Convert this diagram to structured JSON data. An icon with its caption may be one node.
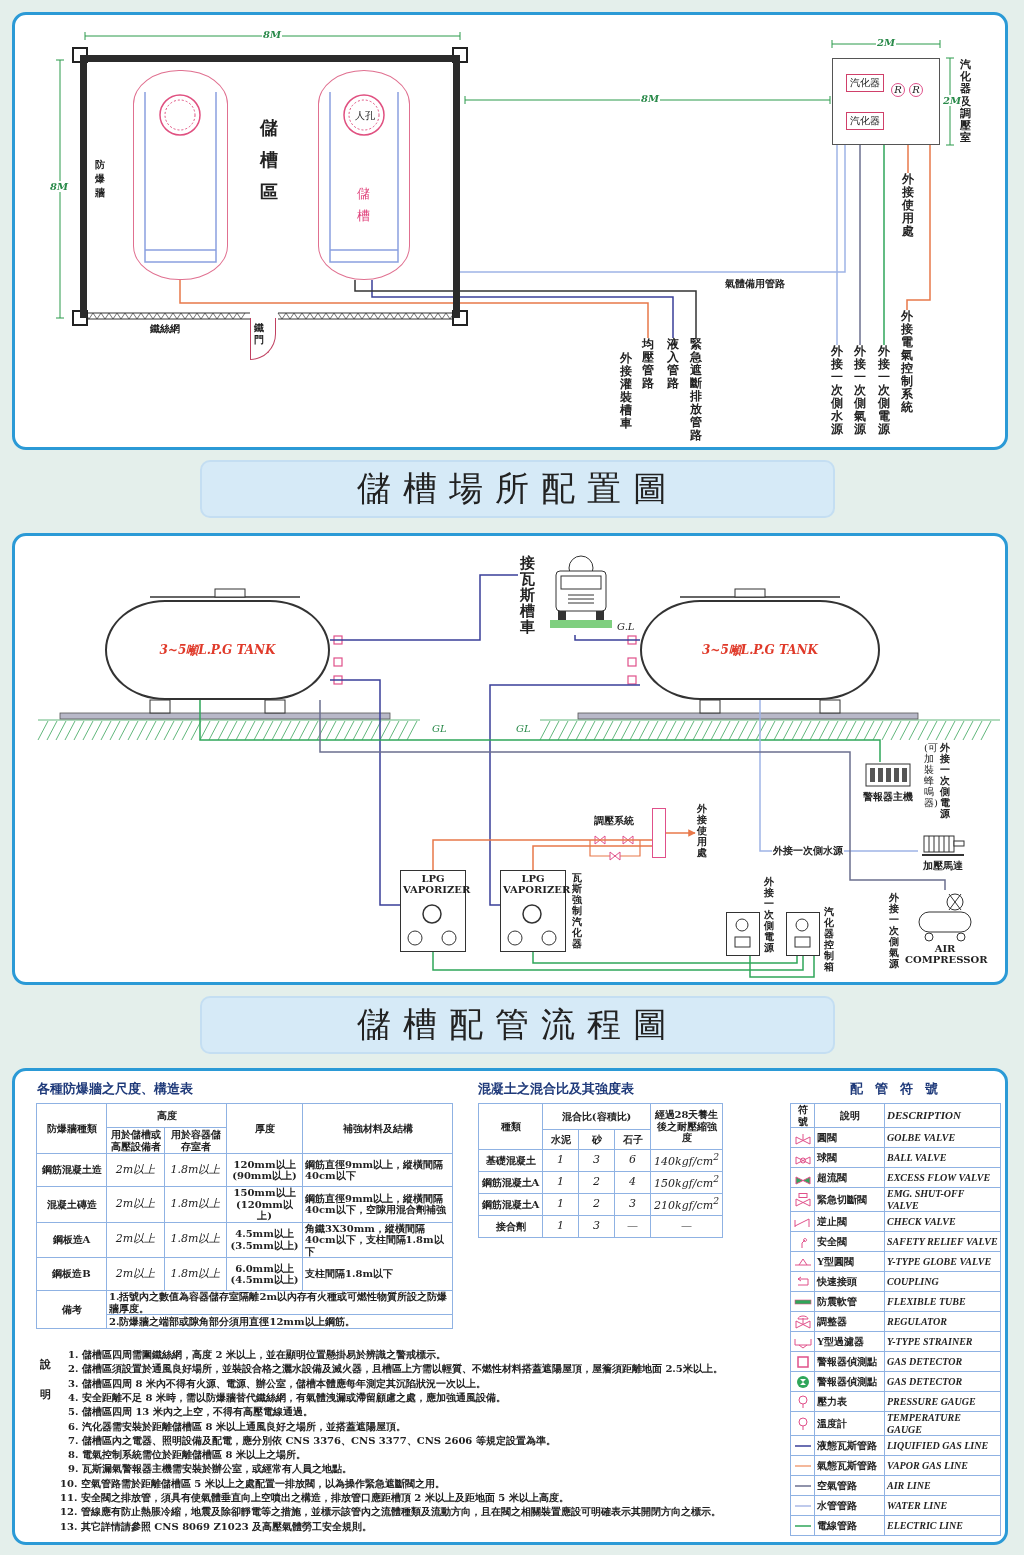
{
  "diagram": {
    "nodes": [
      {
        "text": [
          "儲槽區"
        ]
      },
      {
        "text": [],
        "shape": "cylinder",
        "in": 0
      },
      {
        "text": [
          "人孔",
          "儲槽"
        ],
        "in": 0
      },
      {
        "text": [
          "鐵門"
        ]
      },
      {
        "text": [
          "汽化器及調壓室"
        ]
      },
      {
        "text": [
          "汽化器"
        ],
        "in": 4
      },
      {
        "text": [
          "汽化器"
        ],
        "in": 4
      },
      {
        "text": [
          "外接使用處"
        ]
      },
      {
        "text": [
          "均壓管路"
        ]
      },
      {
        "text": [
          "液入管路"
        ]
      },
      {
        "text": [
          "緊急遮斷排放管路"
        ]
      },
      {
        "text": [
          "外接一次側水源"
        ]
      },
      {
        "text": [
          "外接一次側氣源"
        ]
      },
      {
        "text": [
          "外接一次側電源"
        ]
      },
      {
        "text": [
          "外接電氣控制系統"
        ]
      },
      {
        "text": [
          "3~5噸L.P.G TANK"
        ]
      },
      {
        "text": [
          "3~5噸L.P.G TANK"
        ]
      },
      {
        "text": [
          "接瓦斯槽車"
        ]
      },
      {
        "text": [
          "LPG VAPORIZER"
        ]
      },
      {
        "text": [
          "LPG VAPORIZER"
        ],
        "beside": [
          "瓦斯強制汽化器"
        ]
      },
      {
        "text": [],
        "shape": "box"
      },
      {
        "text": [
          "外接使用處"
        ]
      },
      {
        "text": [
          "警報器主機"
        ]
      },
      {
        "text": [
          "加壓馬達"
        ]
      },
      {
        "text": [
          "AIR COMPRESSOR"
        ],
        "beside": [
          "外接一次側氣源"
        ]
      },
      {
        "text": [],
        "shape": "box",
        "beside": [
          "外接一次側電源"
        ]
      },
      {
        "text": [],
        "shape": "box",
        "beside": [
          "汽化器控制箱"
        ]
      }
    ],
    "edges": [
      {
        "from": 1,
        "to": 8,
        "arrow": "none",
        "color": "#e8784a"
      },
      {
        "from": 2,
        "to": 9,
        "arrow": "none",
        "color": "#3a3f99"
      },
      {
        "from": 2,
        "to": 10,
        "arrow": "none",
        "color": "#333333"
      },
      {
        "from": 0,
        "to": 4,
        "arrow": "none",
        "color": "#9fb4e6"
      },
      {
        "from": 4,
        "to": 7,
        "arrow": "none",
        "color": "#e8784a"
      },
      {
        "from": 4,
        "to": 11,
        "arrow": "none",
        "color": "#9fb4e6"
      },
      {
        "from": 4,
        "to": 12,
        "arrow": "none",
        "color": "#6b6f8f"
      },
      {
        "from": 4,
        "to": 13,
        "arrow": "none",
        "color": "#2fa65a"
      },
      {
        "from": 4,
        "to": 14,
        "arrow": "none",
        "color": "#e8784a"
      },
      {
        "from": 15,
        "to": 17,
        "arrow": "none",
        "color": "#3a3f99"
      },
      {
        "from": 16,
        "to": 17,
        "arrow": "none",
        "color": "#3a3f99"
      },
      {
        "from": 15,
        "to": 18,
        "arrow": "none",
        "color": "#3a3f99"
      },
      {
        "from": 16,
        "to": 19,
        "arrow": "none",
        "color": "#3a3f99"
      },
      {
        "from": 18,
        "to": 20,
        "arrow": "none",
        "color": "#e8784a"
      },
      {
        "from": 19,
        "to": 20,
        "arrow": "none",
        "color": "#e8784a"
      },
      {
        "from": 20,
        "to": 21,
        "arrow": "to",
        "color": "#e8784a"
      },
      {
        "from": 15,
        "to": 22,
        "arrow": "none",
        "color": "#2fa65a"
      },
      {
        "from": 16,
        "to": 23,
        "arrow": "none",
        "color": "#9fb4e6",
        "label": "外接一次側水源"
      },
      {
        "from": 15,
        "to": 24,
        "arrow": "none",
        "color": "#6b6f8f"
      },
      {
        "from": 25,
        "to": 26,
        "arrow": "none",
        "color": "#2fa65a"
      },
      {
        "from": 26,
        "to": 18,
        "arrow": "none",
        "color": "#2fa65a"
      },
      {
        "from": 26,
        "to": 19,
        "arrow": "none",
        "color": "#2fa65a"
      }
    ],
    "labels": [
      "8M",
      "8M",
      "防爆牆",
      "8M",
      "2M",
      "2M",
      "R",
      "R",
      "鐵絲網",
      "氣體備用管路",
      "外接灌裝槽車",
      "儲槽場所配置圖",
      "G.L",
      "GL",
      "GL",
      "(可加裝蜂鳴器)",
      "外接一次側電源",
      "調壓系統",
      "儲槽配管流程圖",
      "各種防爆牆之尺度、構造表",
      "防爆牆種類",
      "高度",
      "厚度",
      "補強材料及結構",
      "用於儲槽或高壓設備者",
      "用於容器儲存室者",
      "鋼筋混凝土造",
      "2m以上",
      "1.8m以上",
      "120mm以上 (90mm以上)",
      "鋼筋直徑9mm以上，縱橫間隔40cm以下",
      "混凝土磚造",
      "2m以上",
      "1.8m以上",
      "150mm以上 (120mm以上)",
      "鋼筋直徑9mm以上，縱橫間隔40cm以下，空隙用混合劑補強",
      "鋼板造A",
      "2m以上",
      "1.8m以上",
      "4.5mm以上 (3.5mm以上)",
      "角鐵3X30mm，縱橫間隔40cm以下，支柱間隔1.8m以下",
      "鋼板造B",
      "2m以上",
      "1.8m以上",
      "6.0mm以上 (4.5mm以上)",
      "支柱間隔1.8m以下",
      "備考",
      "1.括號內之數值為容器儲存室隔離2m以內存有火種或可燃性物質所設之防爆牆厚度。",
      "2.防爆牆之端部或隙角部分須用直徑12mm以上鋼筋。",
      "說明",
      "1. 儲槽區四周需圍鐵絲網，高度 2 米以上，並在顯明位置懸掛易於辨識之警戒標示。",
      "2. 儲槽區須設置於通風良好場所，並裝設合格之灑水設備及滅火器，且槽區上方需以輕質、不燃性材料搭蓋遮陽屋頂，屋簷須距離地面 2.5米以上。",
      "3. 儲槽區四周 8 米內不得有火源、電源、辦公室，儲槽本體應每年測定其沉陷狀況一次以上。",
      "4. 安全距離不足 8 米時，需以防爆牆替代鐵絲網，有氣體洩漏或滯留顧慮之處，應加強通風設備。",
      "5. 儲槽區四周 13 米內之上空，不得有高壓電線通過。",
      "6. 汽化器需安裝於距離儲槽區 8 米以上通風良好之場所，並搭蓋遮陽屋頂。",
      "7. 儲槽區內之電器、照明設備及配電，應分別依 CNS 3376、CNS 3377、CNS 2606 等規定設置為準。",
      "8. 電氣控制系統需位於距離儲槽區 8 米以上之場所。",
      "9. 瓦斯漏氣警報器主機需安裝於辦公室，或經常有人員之地點。",
      "10. 空氣管路需於距離儲槽區 5 米以上之處配置一排放閥，以為操作緊急遮斷閥之用。",
      "11. 安全閥之排放管，須具有使氣體垂直向上空噴出之構造，排放管口應距槽頂 2 米以上及距地面 5 米以上高度。",
      "12. 管線應有防止熱脹冷縮，地震及除卻靜電等之措施，並標示該管內之流體種類及流動方向，且在閥之相關裝置應設可明確表示其開閉方向之標示。",
      "13. 其它詳情請參照 CNS 8069 Z1023 及高壓氣體勞工安全規則。",
      "混凝土之混合比及其強度表",
      "種類",
      "混合比(容積比)",
      "經過28天養生後之耐壓縮強度",
      "水泥",
      "砂",
      "石子",
      "基礎混凝土",
      "1",
      "3",
      "6",
      "140kgf/cm$^{2}$",
      "鋼筋混凝土A",
      "1",
      "2",
      "4",
      "150kgf/cm$^{2}$",
      "鋼筋混凝土A",
      "1",
      "2",
      "3",
      "210kgf/cm$^{2}$",
      "接合劑",
      "1",
      "3",
      "—",
      "—",
      "配管符號",
      "符號",
      "說明",
      "DESCRIPTION",
      "圓閥",
      "GOLBE VALVE",
      "球閥",
      "BALL VALVE",
      "超流閥",
      "EXCESS FLOW VALVE",
      "緊急切斷閥",
      "EMG. SHUT-OFF VALVE",
      "逆止閥",
      "CHECK VALVE",
      "安全閥",
      "SAFETY RELIEF VALVE",
      "Y型圓閥",
      "Y-TYPE GLOBE VALVE",
      "快速接頭",
      "COUPLING",
      "防震軟管",
      "FLEXIBLE TUBE",
      "調整器",
      "REGULATOR",
      "Y型過濾器",
      "Y-TYPE STRAINER",
      "警報器偵測點",
      "GAS DETECTOR",
      "警報器偵測點",
      "GAS DETECTOR",
      "壓力表",
      "PRESSURE GAUGE",
      "溫度計",
      "TEMPERATURE GAUGE",
      "液態瓦斯管路",
      "LIQUIFIED GAS LINE",
      "氣態瓦斯管路",
      "VAPOR GAS LINE",
      "空氣管路",
      "AIR LINE",
      "水管管路",
      "WATER LINE",
      "電線管路",
      "ELECTRIC LINE"
    ]
  }
}
